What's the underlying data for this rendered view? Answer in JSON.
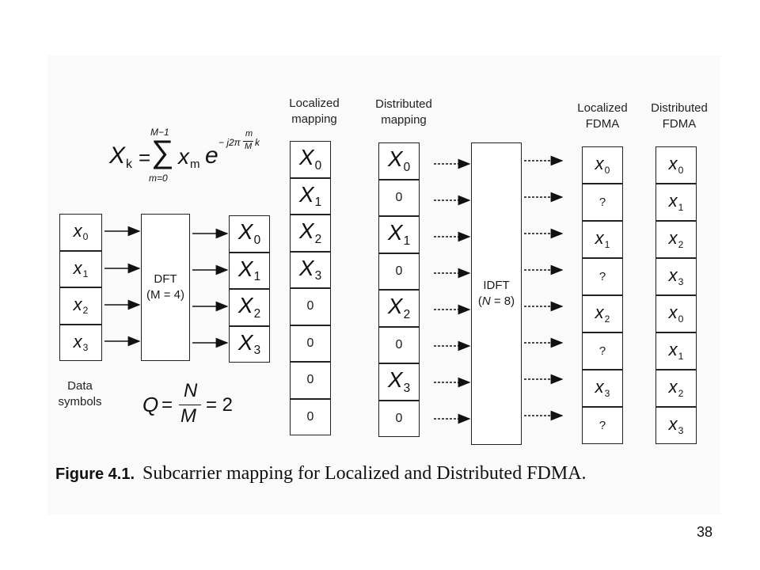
{
  "headers": {
    "localized_mapping": "Localized\nmapping",
    "distributed_mapping": "Distributed\nmapping",
    "localized_fdma": "Localized\nFDMA",
    "distributed_fdma": "Distributed\nFDMA",
    "data_symbols": "Data\nsymbols"
  },
  "blocks": {
    "dft_line1": "DFT",
    "dft_line2": "(M = 4)",
    "idft_line1": "IDFT",
    "idft_line2_var": "N",
    "idft_line2_rest": " = 8)"
  },
  "formula": {
    "lhs": "X",
    "lhs_sub": "k",
    "eq": " = ",
    "sum_upper": "M−1",
    "sum_lower": "m=0",
    "term": "x",
    "term_sub": "m",
    "exp_base": "e",
    "exponent": "− j2π",
    "frac_num": "m",
    "frac_den": "M",
    "exp_tail": "k"
  },
  "q_formula": {
    "lhs": "Q",
    "eq": "=",
    "num": "N",
    "den": "M",
    "rhs": "= 2"
  },
  "data_symbols": [
    {
      "base": "x",
      "sub": "0"
    },
    {
      "base": "x",
      "sub": "1"
    },
    {
      "base": "x",
      "sub": "2"
    },
    {
      "base": "x",
      "sub": "3"
    }
  ],
  "dft_outputs": [
    {
      "base": "X",
      "sub": "0"
    },
    {
      "base": "X",
      "sub": "1"
    },
    {
      "base": "X",
      "sub": "2"
    },
    {
      "base": "X",
      "sub": "3"
    }
  ],
  "localized_mapping": [
    {
      "base": "X",
      "sub": "0"
    },
    {
      "base": "X",
      "sub": "1"
    },
    {
      "base": "X",
      "sub": "2"
    },
    {
      "base": "X",
      "sub": "3"
    },
    {
      "base": "0",
      "sub": ""
    },
    {
      "base": "0",
      "sub": ""
    },
    {
      "base": "0",
      "sub": ""
    },
    {
      "base": "0",
      "sub": ""
    }
  ],
  "distributed_mapping": [
    {
      "base": "X",
      "sub": "0"
    },
    {
      "base": "0",
      "sub": ""
    },
    {
      "base": "X",
      "sub": "1"
    },
    {
      "base": "0",
      "sub": ""
    },
    {
      "base": "X",
      "sub": "2"
    },
    {
      "base": "0",
      "sub": ""
    },
    {
      "base": "X",
      "sub": "3"
    },
    {
      "base": "0",
      "sub": ""
    }
  ],
  "localized_fdma": [
    {
      "base": "x",
      "sub": "0"
    },
    {
      "base": "?",
      "sub": ""
    },
    {
      "base": "x",
      "sub": "1"
    },
    {
      "base": "?",
      "sub": ""
    },
    {
      "base": "x",
      "sub": "2"
    },
    {
      "base": "?",
      "sub": ""
    },
    {
      "base": "x",
      "sub": "3"
    },
    {
      "base": "?",
      "sub": ""
    }
  ],
  "distributed_fdma": [
    {
      "base": "x",
      "sub": "0"
    },
    {
      "base": "x",
      "sub": "1"
    },
    {
      "base": "x",
      "sub": "2"
    },
    {
      "base": "x",
      "sub": "3"
    },
    {
      "base": "x",
      "sub": "0"
    },
    {
      "base": "x",
      "sub": "1"
    },
    {
      "base": "x",
      "sub": "2"
    },
    {
      "base": "x",
      "sub": "3"
    }
  ],
  "caption": {
    "label": "Figure 4.1.",
    "text": "Subcarrier mapping for Localized and Distributed FDMA."
  },
  "page_number": "38"
}
